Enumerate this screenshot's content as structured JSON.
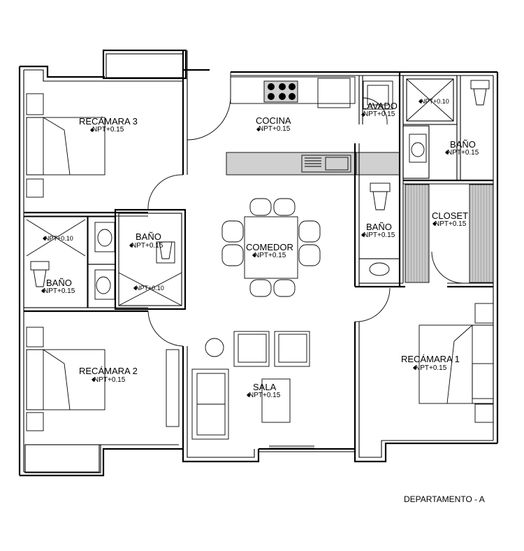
{
  "plan": {
    "title": "DEPARTAMENTO - A",
    "rooms": {
      "recamara3": {
        "name": "RECÁMARA 3",
        "level": "NPT+0.15"
      },
      "cocina": {
        "name": "COCINA",
        "level": "NPT+0.15"
      },
      "lavado": {
        "name": "LAVADO",
        "level": "NPT+0.15"
      },
      "bano_ne": {
        "name": "BAÑO",
        "level": "NPT+0.15",
        "shower_level": "NPT+0.10"
      },
      "closet": {
        "name": "CLOSET",
        "level": "NPT+0.15"
      },
      "bano_center": {
        "name": "BAÑO",
        "level": "NPT+0.15"
      },
      "comedor": {
        "name": "COMEDOR",
        "level": "NPT+0.15"
      },
      "bano_mid": {
        "name": "BAÑO",
        "level": "NPT+0.15",
        "shower_level": "NPT+0.10"
      },
      "bano_w": {
        "name": "BAÑO",
        "level": "NPT+0.15",
        "shower_level": "NPT+0.10"
      },
      "recamara2": {
        "name": "RECÁMARA 2",
        "level": "NPT+0.15"
      },
      "sala": {
        "name": "SALA",
        "level": "NPT+0.15"
      },
      "recamara1": {
        "name": "RECÁMARA 1",
        "level": "NPT+0.15"
      }
    },
    "colors": {
      "wall": "#000000",
      "fixture_fill": "#d0d0d0",
      "background": "#ffffff"
    }
  }
}
